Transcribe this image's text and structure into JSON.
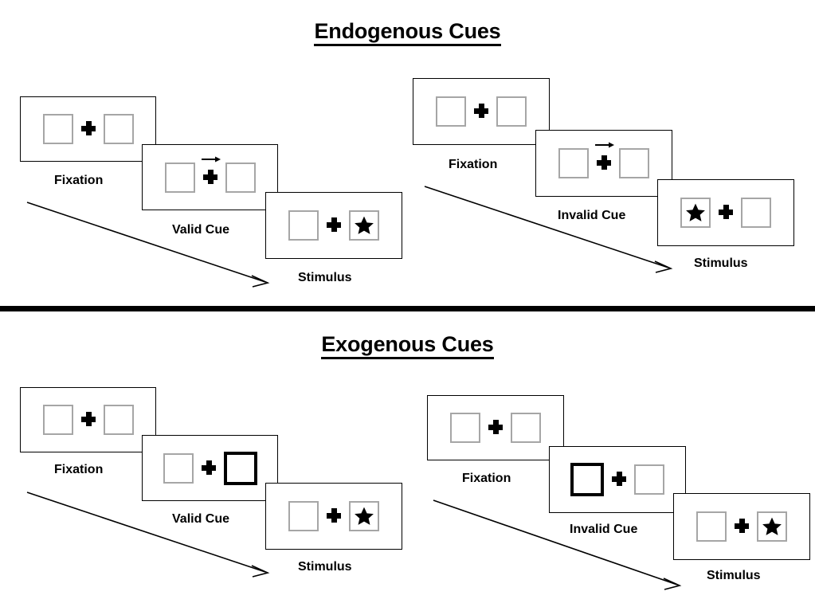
{
  "sections": [
    {
      "id": "endogenous",
      "title": "Endogenous Cues",
      "groups": [
        {
          "id": "endogenous-valid",
          "cue_type": "arrow",
          "panels": [
            {
              "caption": "Fixation",
              "left_box": "empty",
              "right_box": "empty",
              "cue": "none"
            },
            {
              "caption": "Valid Cue",
              "left_box": "empty",
              "right_box": "empty",
              "cue": "arrow-right"
            },
            {
              "caption": "Stimulus",
              "left_box": "empty",
              "right_box": "star",
              "cue": "none"
            }
          ]
        },
        {
          "id": "endogenous-invalid",
          "cue_type": "arrow",
          "panels": [
            {
              "caption": "Fixation",
              "left_box": "empty",
              "right_box": "empty",
              "cue": "none"
            },
            {
              "caption": "Invalid Cue",
              "left_box": "empty",
              "right_box": "empty",
              "cue": "arrow-right"
            },
            {
              "caption": "Stimulus",
              "left_box": "star",
              "right_box": "empty",
              "cue": "none"
            }
          ]
        }
      ]
    },
    {
      "id": "exogenous",
      "title": "Exogenous Cues",
      "groups": [
        {
          "id": "exogenous-valid",
          "cue_type": "box-flash",
          "panels": [
            {
              "caption": "Fixation",
              "left_box": "empty",
              "right_box": "empty",
              "cue": "none"
            },
            {
              "caption": "Valid Cue",
              "left_box": "empty",
              "right_box": "cued",
              "cue": "none"
            },
            {
              "caption": "Stimulus",
              "left_box": "empty",
              "right_box": "star",
              "cue": "none"
            }
          ]
        },
        {
          "id": "exogenous-invalid",
          "cue_type": "box-flash",
          "panels": [
            {
              "caption": "Fixation",
              "left_box": "empty",
              "right_box": "empty",
              "cue": "none"
            },
            {
              "caption": "Invalid Cue",
              "left_box": "cued",
              "right_box": "empty",
              "cue": "none"
            },
            {
              "caption": "Stimulus",
              "left_box": "empty",
              "right_box": "star",
              "cue": "none"
            }
          ]
        }
      ]
    }
  ],
  "captions": {
    "fixation": "Fixation",
    "valid_cue": "Valid Cue",
    "invalid_cue": "Invalid Cue",
    "stimulus": "Stimulus"
  },
  "icons": {
    "fixation_cross": "fixation-cross-icon",
    "arrow_right": "arrow-right-cue-icon",
    "star": "star-target-icon",
    "time_arrow": "time-flow-arrow-icon"
  },
  "colors": {
    "panel_border": "#000000",
    "placeholder_box_border": "#a6a6a6",
    "cued_box_border": "#000000",
    "target": "#000000",
    "divider": "#000000",
    "background": "#ffffff"
  }
}
